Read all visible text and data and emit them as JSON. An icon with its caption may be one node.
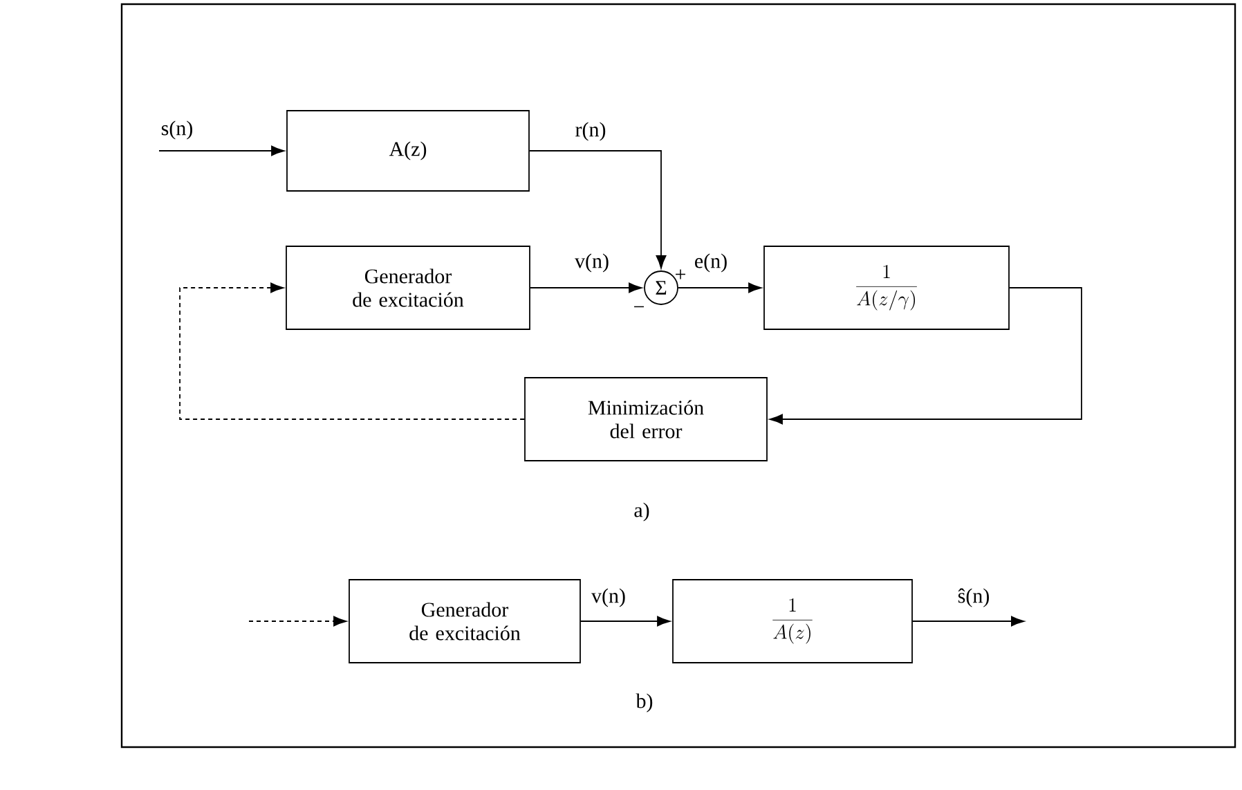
{
  "diagram": {
    "nodes": [
      {
        "text": [
          "A(z)"
        ]
      },
      {
        "text": [
          "Generador de excitación"
        ]
      },
      {
        "text": [
          "Σ"
        ]
      },
      {
        "text": [
          "\\frac{1}{A(z/\\gamma)}"
        ]
      },
      {
        "text": [
          "Minimización del error"
        ]
      },
      {
        "text": [
          "Generador de excitación"
        ]
      },
      {
        "text": [
          "\\frac{1}{A(z)}"
        ]
      }
    ],
    "edges": [
      {
        "from": null,
        "to": 0,
        "arrow": "to",
        "label": "s(n)"
      },
      {
        "from": 0,
        "to": 2,
        "arrow": "to",
        "label": "r(n)"
      },
      {
        "from": 1,
        "to": 2,
        "arrow": "to",
        "label": "v(n)"
      },
      {
        "from": 2,
        "to": 3,
        "arrow": "to",
        "label": "e(n)"
      },
      {
        "from": 3,
        "to": 4,
        "arrow": "to"
      },
      {
        "from": 4,
        "to": 1,
        "arrow": "to",
        "style": "dashed"
      },
      {
        "from": null,
        "to": 5,
        "arrow": "to",
        "style": "dashed"
      },
      {
        "from": 5,
        "to": 6,
        "arrow": "to",
        "label": "v(n)"
      },
      {
        "from": 6,
        "to": null,
        "arrow": "to",
        "label": "ŝ(n)"
      }
    ],
    "labels": [
      "+",
      "−",
      "a)",
      "b)"
    ]
  }
}
